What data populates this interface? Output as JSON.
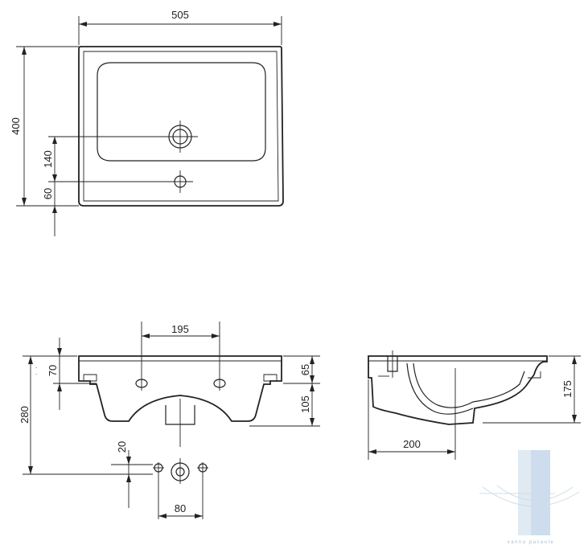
{
  "drawing": {
    "top_view": {
      "width_label": "505",
      "height_label": "400",
      "drain_offset_label": "140",
      "tap_offset_label": "60"
    },
    "front_view": {
      "hole_spacing_label": "195",
      "overall_height_label": "280",
      "top_offset_label": "70",
      "rim_label": "65",
      "body_label": "105",
      "small_offset_label": "20",
      "bracket_spacing_label": "80"
    },
    "side_view": {
      "height_label": "175",
      "depth_label": "200"
    }
  },
  "watermark": {
    "text": "vannu pasaule",
    "colors": {
      "bar": "#c9dbec",
      "bar_dark": "#a9c3db"
    }
  }
}
